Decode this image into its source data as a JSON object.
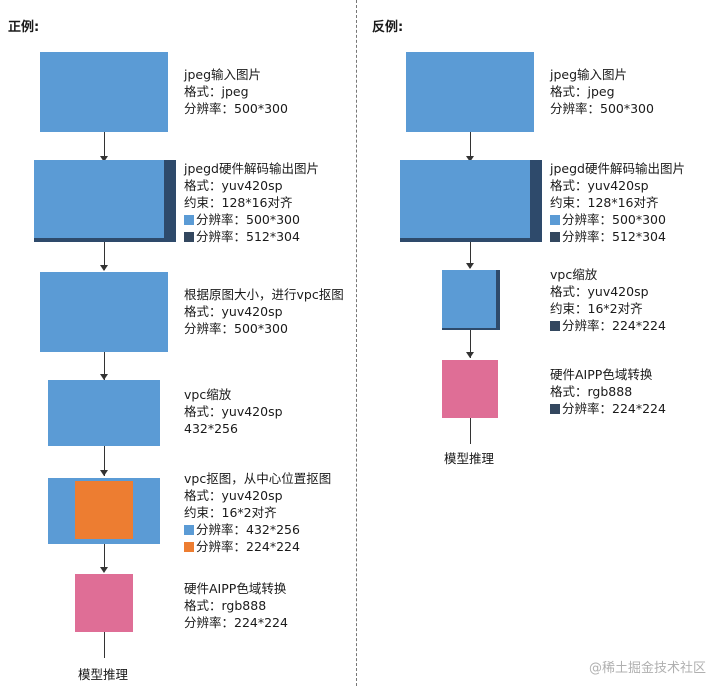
{
  "headings": {
    "left": "正例:",
    "right": "反例:"
  },
  "left_steps": [
    {
      "title": "jpeg输入图片",
      "lines": [
        "格式：jpeg",
        "分辨率：500*300"
      ]
    },
    {
      "title": "jpegd硬件解码输出图片",
      "lines": [
        "格式：yuv420sp",
        "约束：128*16对齐",
        "分辨率：500*300",
        "分辨率：512*304"
      ]
    },
    {
      "title": "根据原图大小，进行vpc抠图",
      "lines": [
        "格式：yuv420sp",
        "分辨率：500*300"
      ]
    },
    {
      "title": "vpc缩放",
      "lines": [
        "格式：yuv420sp",
        "432*256"
      ]
    },
    {
      "title": "vpc抠图，从中心位置抠图",
      "lines": [
        "格式：yuv420sp",
        "约束：16*2对齐",
        "分辨率：432*256",
        "分辨率：224*224"
      ]
    },
    {
      "title": "硬件AIPP色域转换",
      "lines": [
        "格式：rgb888",
        "分辨率：224*224"
      ]
    }
  ],
  "left_end_label": "模型推理",
  "right_steps": [
    {
      "title": "jpeg输入图片",
      "lines": [
        "格式：jpeg",
        "分辨率：500*300"
      ]
    },
    {
      "title": "jpegd硬件解码输出图片",
      "lines": [
        "格式：yuv420sp",
        "约束：128*16对齐",
        "分辨率：500*300",
        "分辨率：512*304"
      ]
    },
    {
      "title": "vpc缩放",
      "lines": [
        "格式：yuv420sp",
        "约束：16*2对齐",
        "分辨率：224*224"
      ]
    },
    {
      "title": "硬件AIPP色域转换",
      "lines": [
        "格式：rgb888",
        "分辨率：224*224"
      ]
    }
  ],
  "right_end_label": "模型推理",
  "watermark": "@稀土掘金技术社区",
  "colors": {
    "blue": "#5b9bd5",
    "dark_blue": "#2e4a6b",
    "orange": "#ed7d31",
    "pink": "#df6e96"
  }
}
